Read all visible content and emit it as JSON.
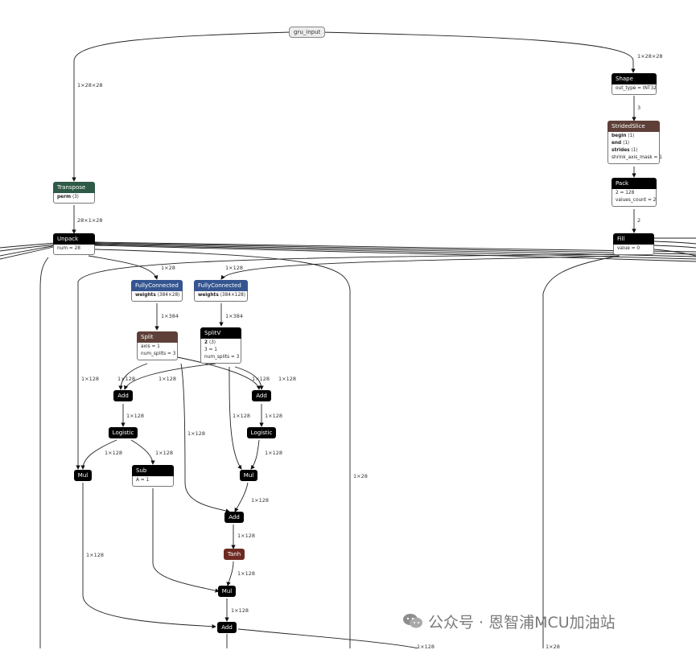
{
  "input_node": {
    "label": "gru_input"
  },
  "nodes": {
    "transpose": {
      "title": "Transpose",
      "attrs": [
        {
          "k": "perm",
          "v": "⟨3⟩"
        }
      ]
    },
    "unpack": {
      "title": "Unpack",
      "attrs": [
        {
          "k": "",
          "v": "num = 28"
        }
      ]
    },
    "shape": {
      "title": "Shape",
      "attrs": [
        {
          "k": "",
          "v": "out_type = INT32"
        }
      ]
    },
    "strided_slice": {
      "title": "StridedSlice",
      "attrs": [
        {
          "k": "begin",
          "v": "⟨1⟩"
        },
        {
          "k": "end",
          "v": "⟨1⟩"
        },
        {
          "k": "strides",
          "v": "⟨1⟩"
        },
        {
          "k": "",
          "v": "shrink_axis_mask = 1"
        }
      ]
    },
    "pack": {
      "title": "Pack",
      "attrs": [
        {
          "k": "",
          "v": "2 = 128"
        },
        {
          "k": "",
          "v": "values_count = 2"
        }
      ]
    },
    "fill": {
      "title": "Fill",
      "attrs": [
        {
          "k": "",
          "v": "value = 0"
        }
      ]
    },
    "fc1": {
      "title": "FullyConnected",
      "attrs": [
        {
          "k": "weights",
          "v": "⟨384×28⟩"
        }
      ]
    },
    "fc2": {
      "title": "FullyConnected",
      "attrs": [
        {
          "k": "weights",
          "v": "⟨384×128⟩"
        }
      ]
    },
    "split": {
      "title": "Split",
      "attrs": [
        {
          "k": "",
          "v": "axis = 1"
        },
        {
          "k": "",
          "v": "num_splits = 3"
        }
      ]
    },
    "splitv": {
      "title": "SplitV",
      "attrs": [
        {
          "k": "2",
          "v": "⟨3⟩"
        },
        {
          "k": "",
          "v": "3 = 1"
        },
        {
          "k": "",
          "v": "num_splits = 3"
        }
      ]
    },
    "add1": {
      "title": "Add"
    },
    "add2": {
      "title": "Add"
    },
    "logistic1": {
      "title": "Logistic"
    },
    "logistic2": {
      "title": "Logistic"
    },
    "mul1": {
      "title": "Mul"
    },
    "mul2": {
      "title": "Mul"
    },
    "sub": {
      "title": "Sub",
      "attrs": [
        {
          "k": "",
          "v": "A = 1"
        }
      ]
    },
    "add3": {
      "title": "Add"
    },
    "tanh": {
      "title": "Tanh"
    },
    "mul3": {
      "title": "Mul"
    },
    "add4": {
      "title": "Add"
    }
  },
  "edge_labels": {
    "input_transpose": "1×28×28",
    "input_shape": "1×28×28",
    "shape_slice": "3",
    "transpose_unpack": "28×1×28",
    "pack_fill": "2",
    "unpack_fc1": "1×28",
    "fill_fc2": "1×128",
    "fc1_split": "1×384",
    "fc2_splitv": "1×384",
    "fill_mul1": "1×128",
    "split_add1": "1×128",
    "splitv_add1": "1×128",
    "split_add2": "1×128",
    "splitv_add2": "1×128",
    "add1_log1": "1×128",
    "add2_log2": "1×128",
    "log1_mul1": "1×128",
    "log1_sub": "1×128",
    "split_add3": "1×128",
    "splitv_mul2": "1×128",
    "log2_mul2": "1×128",
    "fill_far": "1×28",
    "mul2_add3": "1×128",
    "add3_tanh": "1×128",
    "mul1_add4": "1×128",
    "tanh_mul3": "1×128",
    "mul3_add4": "1×128",
    "add4_out": "1×128",
    "far_right": "1×28"
  },
  "watermark": {
    "text": "公众号 · 恩智浦MCU加油站",
    "icon": "wechat-icon"
  }
}
